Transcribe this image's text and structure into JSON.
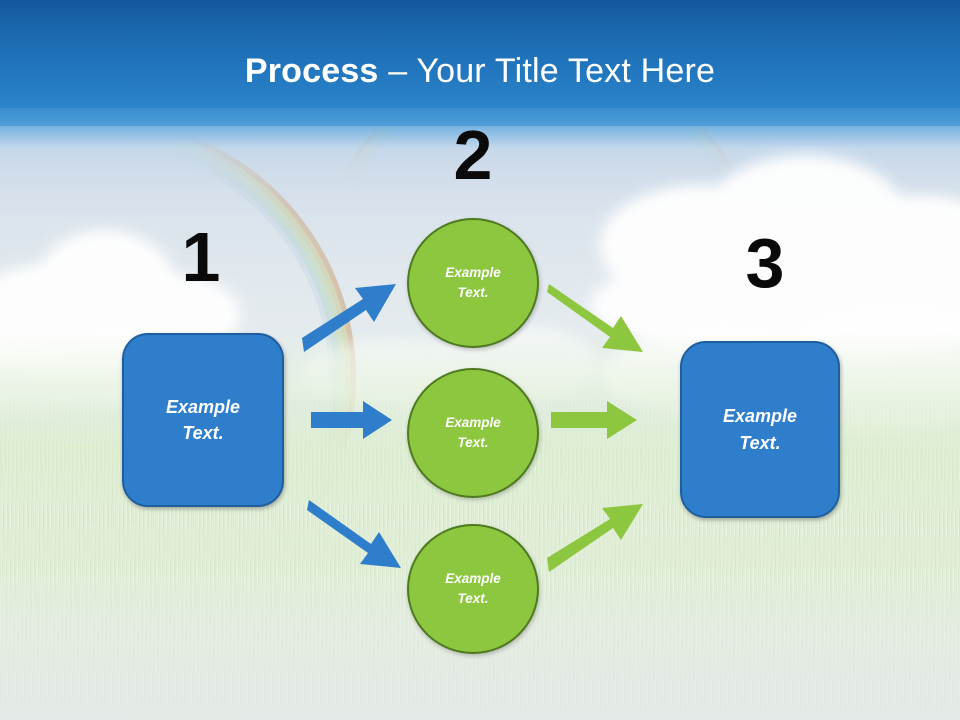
{
  "slide": {
    "title": {
      "strong": "Process",
      "rest": " – Your Title Text Here"
    },
    "background": {
      "scene": "sky-clouds-rainbow-grass",
      "banner_color": "#1f6cb4",
      "sky_color": "#bcd4ea",
      "grass_color": "#e0eed5"
    },
    "accent_colors": {
      "blue": "#2f7ecb",
      "blue_border": "#1f5e9e",
      "green": "#8dc63f",
      "green_border": "#4e7a20",
      "number_color": "#0a0a0a",
      "title_color": "#ffffff"
    },
    "steps": [
      {
        "number": "1",
        "label": "Example\nText."
      },
      {
        "number": "2",
        "label": "Example\nText."
      },
      {
        "number": "3",
        "label": "Example\nText."
      }
    ],
    "boxes": {
      "left": {
        "line1": "Example",
        "line2": "Text."
      },
      "right": {
        "line1": "Example",
        "line2": "Text."
      }
    },
    "circles": [
      {
        "line1": "Example",
        "line2": "Text."
      },
      {
        "line1": "Example",
        "line2": "Text."
      },
      {
        "line1": "Example",
        "line2": "Text."
      }
    ],
    "arrows": [
      {
        "name": "blue-arrow-up",
        "color": "#2f7ecb",
        "direction": "up-right"
      },
      {
        "name": "blue-arrow-right",
        "color": "#2f7ecb",
        "direction": "right"
      },
      {
        "name": "blue-arrow-down",
        "color": "#2f7ecb",
        "direction": "down-right"
      },
      {
        "name": "green-arrow-down",
        "color": "#8dc63f",
        "direction": "down-right"
      },
      {
        "name": "green-arrow-right",
        "color": "#8dc63f",
        "direction": "right"
      },
      {
        "name": "green-arrow-up",
        "color": "#8dc63f",
        "direction": "up-right"
      }
    ]
  }
}
